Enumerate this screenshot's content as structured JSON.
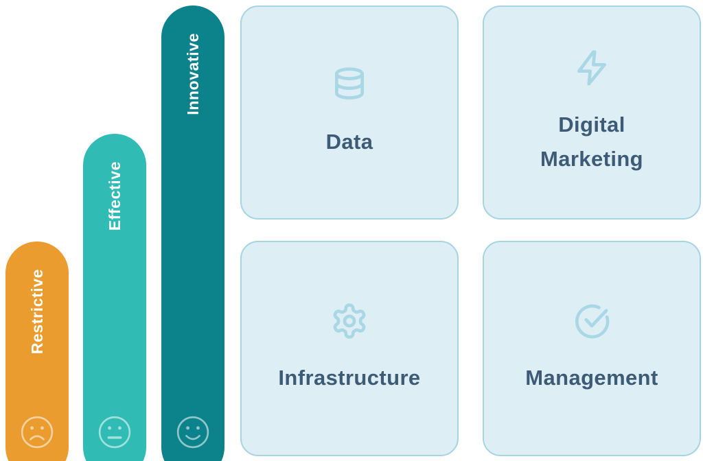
{
  "palette": {
    "restrictive_orange": "#EB9C2F",
    "effective_teal": "#30BCB4",
    "innovative_dark_teal": "#0C828B",
    "card_fill": "#DDEEF5",
    "card_border": "#A7D4E1",
    "card_icon_blue": "#A9D7E5",
    "card_text": "#3D5B76",
    "bar_text": "#FFFFFF"
  },
  "bars": [
    {
      "label": "Restrictive",
      "mood": "sad-face-icon",
      "color": "#EB9C2F",
      "relative_height": "short"
    },
    {
      "label": "Effective",
      "mood": "neutral-face-icon",
      "color": "#30BCB4",
      "relative_height": "medium"
    },
    {
      "label": "Innovative",
      "mood": "happy-face-icon",
      "color": "#0C828B",
      "relative_height": "tall"
    }
  ],
  "cards": [
    {
      "label": "Data",
      "icon": "database-icon"
    },
    {
      "label": "Digital Marketing",
      "icon": "lightning-icon"
    },
    {
      "label": "Infrastructure",
      "icon": "gear-icon"
    },
    {
      "label": "Management",
      "icon": "check-circle-icon"
    }
  ]
}
